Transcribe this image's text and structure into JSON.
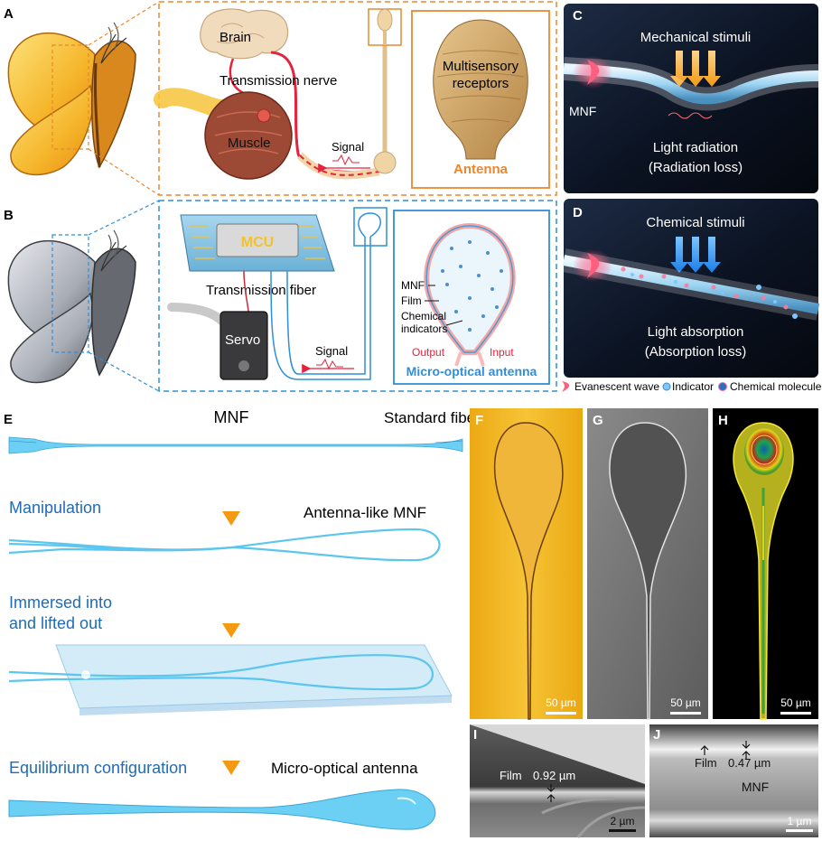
{
  "panels": {
    "A": {
      "letter": "A",
      "brain": "Brain",
      "nerve": "Transmission nerve",
      "muscle": "Muscle",
      "signal": "Signal",
      "receptors_l1": "Multisensory",
      "receptors_l2": "receptors",
      "antenna": "Antenna"
    },
    "B": {
      "letter": "B",
      "mcu": "MCU",
      "fiber": "Transmission fiber",
      "servo": "Servo",
      "signal": "Signal",
      "mnf": "MNF",
      "film": "Film",
      "chem_l1": "Chemical",
      "chem_l2": "indicators",
      "output": "Output",
      "input": "Input",
      "antenna": "Micro-optical antenna"
    },
    "C": {
      "letter": "C",
      "stimuli": "Mechanical stimuli",
      "mnf": "MNF",
      "result_l1": "Light radiation",
      "result_l2": "(Radiation loss)"
    },
    "D": {
      "letter": "D",
      "stimuli": "Chemical stimuli",
      "result_l1": "Light absorption",
      "result_l2": "(Absorption loss)"
    },
    "legend": {
      "evanescent": "Evanescent wave",
      "indicator": "Indicator",
      "molecule": "Chemical molecule"
    },
    "E": {
      "letter": "E",
      "mnf": "MNF",
      "standard": "Standard fiber",
      "step1": "Manipulation",
      "antenna_like": "Antenna-like MNF",
      "step2_l1": "Immersed into",
      "step2_l2": "and lifted out",
      "step3": "Equilibrium configuration",
      "micro": "Micro-optical antenna"
    },
    "F": {
      "letter": "F",
      "scale": "50 µm"
    },
    "G": {
      "letter": "G",
      "scale": "50 µm"
    },
    "H": {
      "letter": "H",
      "scale": "50 µm"
    },
    "I": {
      "letter": "I",
      "film": "Film",
      "thickness": "0.92 µm",
      "scale": "2 µm"
    },
    "J": {
      "letter": "J",
      "film": "Film",
      "thickness": "0.47 µm",
      "mnf": "MNF",
      "scale": "1 µm"
    }
  },
  "colors": {
    "orange_accent": "#e8882f",
    "blue_accent": "#2f8fd8",
    "fiber_blue": "#5cc6ee",
    "dark_panel": "#0d1626",
    "microscope_yellow": "#f0b21c",
    "step_blue": "#1f6bb8"
  }
}
